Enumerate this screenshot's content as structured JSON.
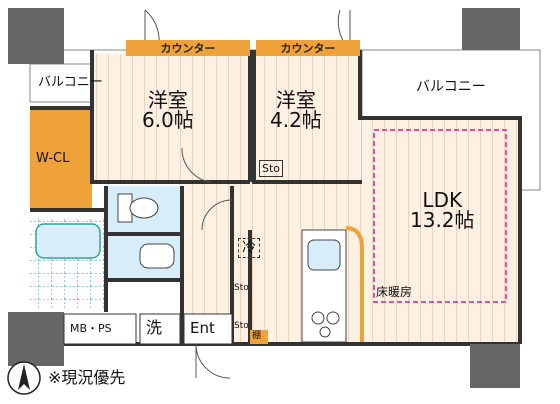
{
  "rooms": {
    "balcony_left": "バルコニー",
    "balcony_right": "バルコニー",
    "western_room_1": {
      "name": "洋室",
      "size": "6.0帖"
    },
    "western_room_2": {
      "name": "洋室",
      "size": "4.2帖"
    },
    "ldk": {
      "name": "LDK",
      "size": "13.2帖"
    },
    "walk_in_closet": "W-CL",
    "storage_1": "Sto",
    "storage_2": "Sto",
    "storage_3": "Sto",
    "fridge": "冷",
    "washer": "洗",
    "entrance": "Ent",
    "meter_box": "MB・PS",
    "shelf": "棚",
    "floor_heating": "床暖房"
  },
  "counters": [
    "カウンター",
    "カウンター"
  ],
  "notes": {
    "current_condition_priority": "※現況優先"
  },
  "colors": {
    "wall": "#333333",
    "column": "#666666",
    "floor_wood": "#fdf1e4",
    "floor_lines": "#e8b48e",
    "counter": "#f0a23a",
    "wet_area": "#d7eefa",
    "wet_tiles": "#2ea39a",
    "closet": "#f0a23a",
    "floor_heating_border": "#e0189a"
  }
}
